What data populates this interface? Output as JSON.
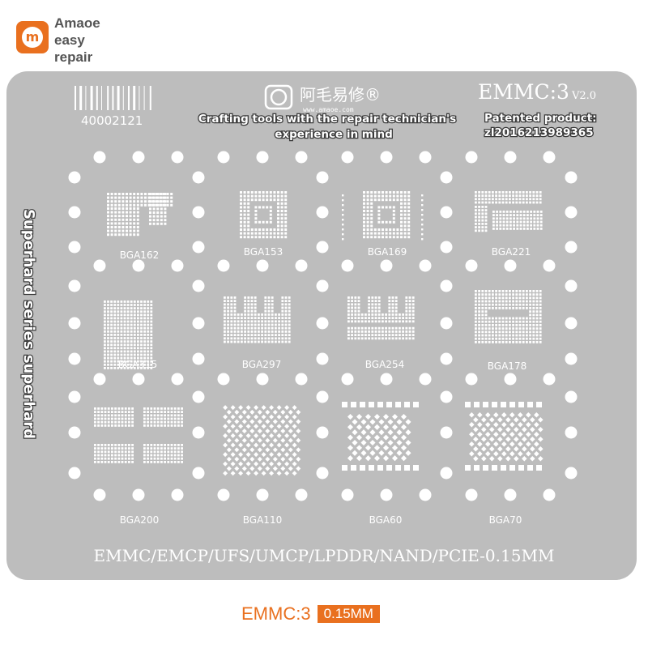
{
  "brand": {
    "logo_letter": "m",
    "name": "Amaoe\neasy\nrepair"
  },
  "stencil": {
    "barcode_number": "40002121",
    "brand_cn": "阿毛易修®",
    "website": "www.amaoe.com",
    "tagline_line1": "Crafting tools with the repair technician's",
    "tagline_line2": "experience in mind",
    "model": "EMMC:3",
    "version": "V2.0",
    "patent_line1": "Patented product:",
    "patent_line2": "zl2016213989365",
    "side_text": "Superhard series superhard",
    "footer_text": "EMMC/EMCP/UFS/UMCP/LPDDR/NAND/PCIE-0.15MM",
    "chip_labels": [
      "BGA162",
      "BGA153",
      "BGA169",
      "BGA221",
      "BGA315",
      "BGA297",
      "BGA254",
      "BGA178",
      "BGA200",
      "BGA110",
      "BGA60",
      "BGA70"
    ]
  },
  "bottom_label": {
    "model": "EMMC:3",
    "thickness": "0.15MM"
  },
  "colors": {
    "plate": "#bdbdbd",
    "accent": "#e9701f",
    "holes": "#ffffff"
  }
}
